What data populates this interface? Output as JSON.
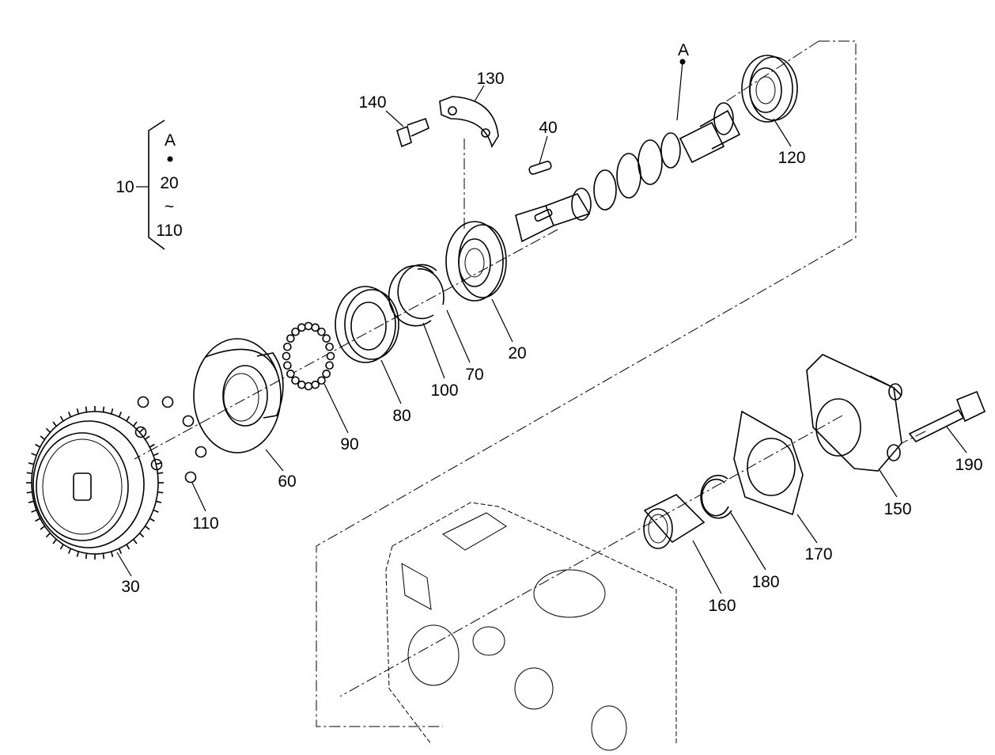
{
  "labels": {
    "group": "10",
    "group_a": "A",
    "group_from": "20",
    "group_range": "~",
    "group_to": "110",
    "shaft_a": "A",
    "p20": "20",
    "p30": "30",
    "p40": "40",
    "p60": "60",
    "p70": "70",
    "p80": "80",
    "p90": "90",
    "p100": "100",
    "p110": "110",
    "p120": "120",
    "p130": "130",
    "p140": "140",
    "p150": "150",
    "p160": "160",
    "p170": "170",
    "p180": "180",
    "p190": "190"
  }
}
